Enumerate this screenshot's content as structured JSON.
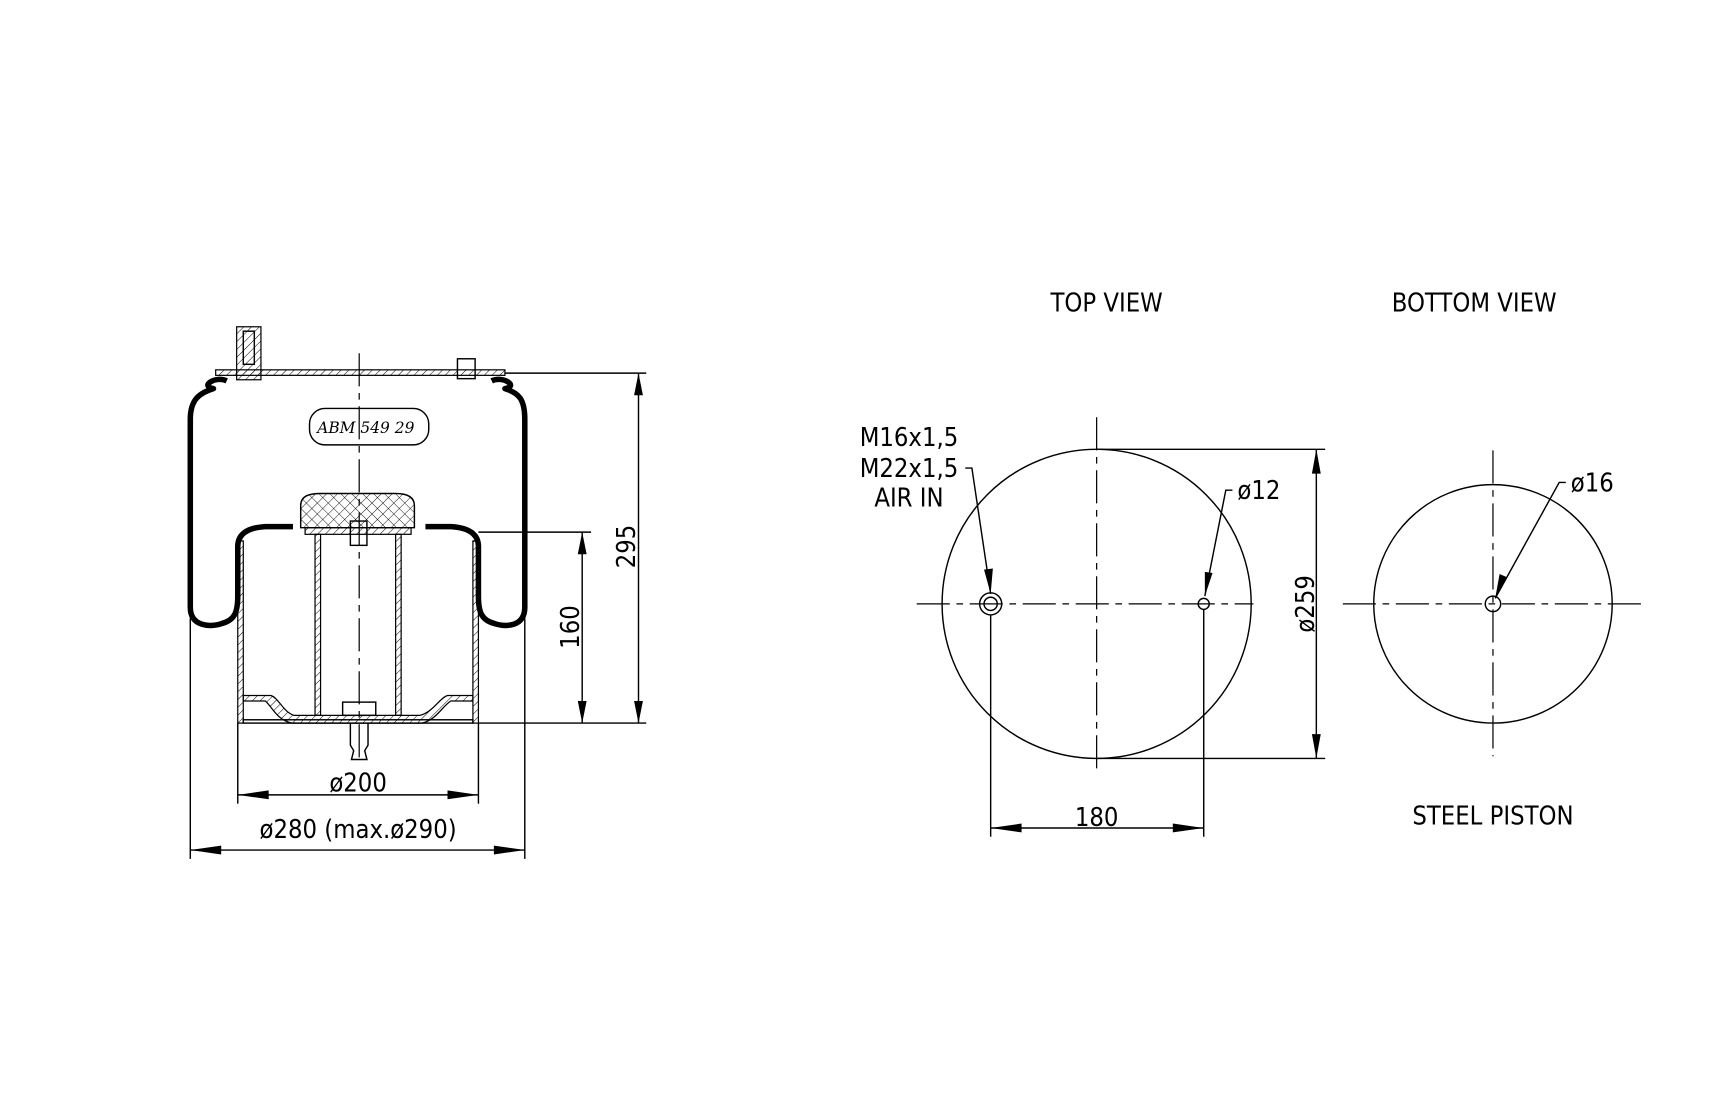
{
  "drawing": {
    "side_view": {
      "part_label": "ABM 549 29",
      "height_total": "295",
      "piston_height": "160",
      "piston_diameter": "ø200",
      "bellows_diameter": "ø280 (max.ø290)"
    },
    "top_view": {
      "title": "TOP VIEW",
      "thread_1": "M16x1,5",
      "thread_2": "M22x1,5",
      "air_in": "AIR IN",
      "hole_diameter": "ø12",
      "plate_diameter": "ø259",
      "hole_spacing": "180"
    },
    "bottom_view": {
      "title": "BOTTOM VIEW",
      "hole_diameter": "ø16",
      "caption": "STEEL PISTON"
    }
  }
}
